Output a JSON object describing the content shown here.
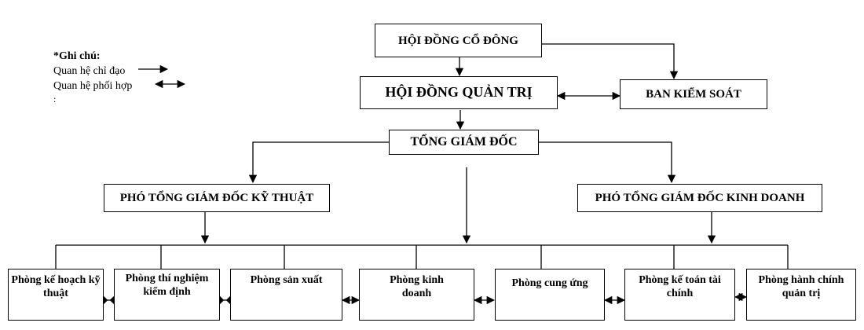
{
  "legend": {
    "title": "*Ghi chú:",
    "directive": "Quan hệ chỉ đạo",
    "coordination": "Quan hệ phối hợp",
    "trailing": ":"
  },
  "nodes": {
    "shareholders": "HỘI ĐỒNG CỔ ĐÔNG",
    "board": "HỘI ĐỒNG QUẢN TRỊ",
    "supervisory": "BAN KIỂM SOÁT",
    "ceo": "TỔNG GIÁM ĐỐC",
    "deputy_tech": "PHÓ TỔNG GIÁM ĐỐC KỸ THUẬT",
    "deputy_business": "PHÓ TỔNG GIÁM ĐỐC KINH DOANH",
    "departments": [
      "Phòng kế hoạch kỹ thuật",
      "Phòng thí nghiệm kiểm định",
      "Phòng sản xuất",
      "Phòng kinh doanh",
      "Phòng cung ứng",
      "Phòng kế toán tài chính",
      "Phòng hành chính quản trị"
    ]
  },
  "relations": [
    {
      "from": "shareholders",
      "to": "board",
      "type": "directive"
    },
    {
      "from": "shareholders",
      "to": "supervisory",
      "type": "directive"
    },
    {
      "from": "board",
      "to": "supervisory",
      "type": "coordination"
    },
    {
      "from": "board",
      "to": "ceo",
      "type": "directive"
    },
    {
      "from": "ceo",
      "to": "deputy_tech",
      "type": "directive"
    },
    {
      "from": "ceo",
      "to": "deputy_business",
      "type": "directive"
    },
    {
      "from": "ceo",
      "to": "departments",
      "type": "directive"
    },
    {
      "from": "deputy_tech",
      "to": "departments",
      "type": "directive"
    },
    {
      "from": "deputy_business",
      "to": "departments",
      "type": "directive"
    },
    {
      "from": "departments",
      "to": "departments",
      "type": "coordination"
    }
  ]
}
